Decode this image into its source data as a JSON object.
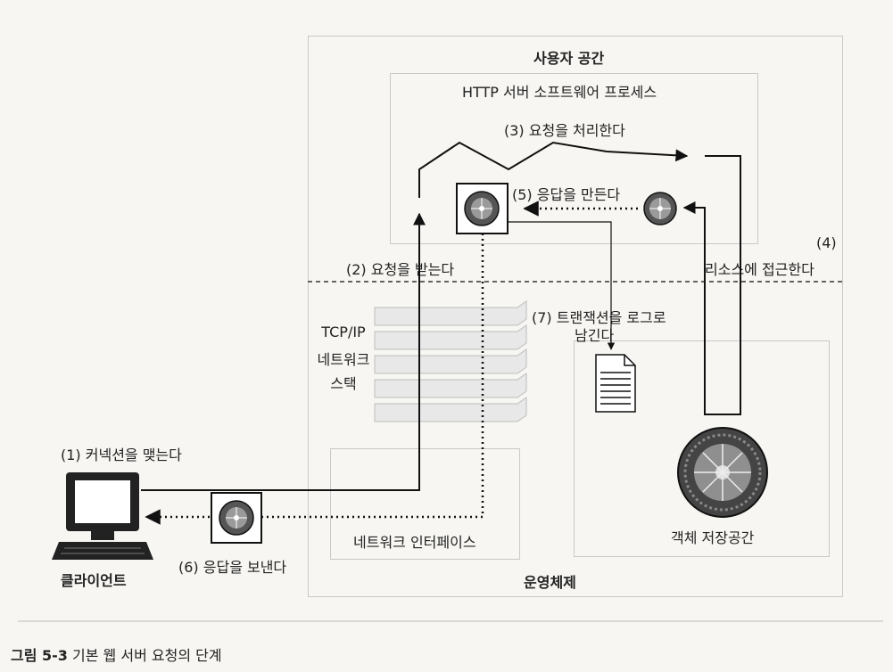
{
  "regions": {
    "user_space": "사용자 공간",
    "http_software": "HTTP 서버 소프트웨어 프로세스",
    "os": "운영체제",
    "network_interface": "네트워크 인터페이스",
    "tcpip_stack": [
      "TCP/IP",
      "네트워크",
      "스택"
    ],
    "object_storage": "객체 저장공간",
    "client": "클라이언트"
  },
  "steps": {
    "s1": "(1) 커넥션을 맺는다",
    "s2": "(2) 요청을 받는다",
    "s3": "(3) 요청을 처리한다",
    "s4_num": "(4)",
    "s4_text": "리소스에  접근한다",
    "s5": "(5) 응답을 만든다",
    "s6": "(6) 응답을 보낸다",
    "s7_line1": "(7) 트랜잭션을 로그로",
    "s7_line2": "남긴다"
  },
  "caption": {
    "label": "그림 5-3",
    "text": "기본 웹 서버 요청의 단계"
  }
}
